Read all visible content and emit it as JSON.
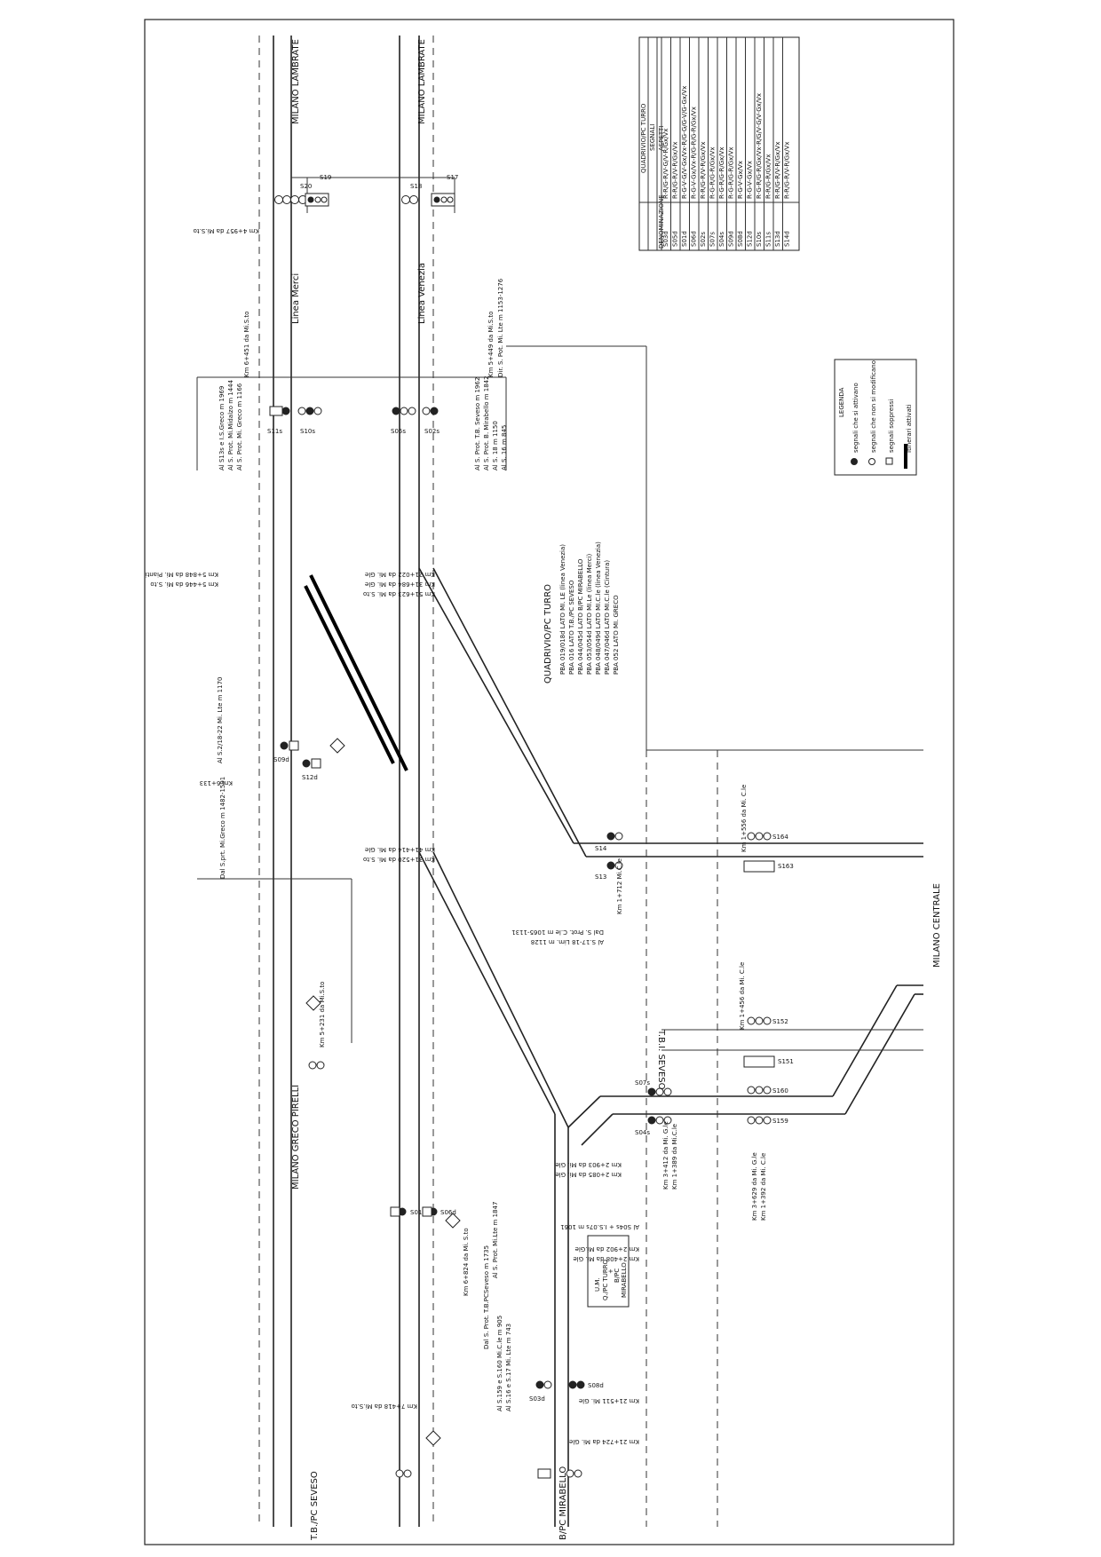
{
  "title_block": {
    "heading": "QUADRIVIO/PC TURRO",
    "subheading": "SEGNALI",
    "col_denominazione": "DENOMINAZIONE",
    "col_aspetti": "ASPETTI",
    "rows": [
      [
        "S03d",
        "R-R/G-R/V-G/V-R/Gx/Vx"
      ],
      [
        "S05d",
        "R-R/G-R/V-R/Gx/Vx"
      ],
      [
        "S01d",
        "R-G-V-G/V-Gx/Vx-R/G-G/G-V/G-Gx/Vx"
      ],
      [
        "S06d",
        "R-G-V-Gx/Vx-R/G-R/G-R/Gx/Vx"
      ],
      [
        "S02s",
        "R-R/G-R/V-R/Gx/Vx"
      ],
      [
        "S07s",
        "R-G-R/G-R/Gx/Vx"
      ],
      [
        "S04s",
        "R-G-R/G-R/Gx/Vx"
      ],
      [
        "S09d",
        "R-G-R/G-R/Gx/Vx"
      ],
      [
        "S08d",
        "R-G-V-Gx/Vx"
      ],
      [
        "S12d",
        "R-G-V-Gx/Vx"
      ],
      [
        "S10s",
        "R-G-R/G-R/Gx/Vx-R/G/V-G/V-Gx/Vx"
      ],
      [
        "S11s",
        "R-R/G-R/Gx/Vx"
      ],
      [
        "S13d",
        "R-R/G-R/V-R/Gx/Vx"
      ],
      [
        "S14d",
        "R-R/G-R/V-R/Gx/Vx"
      ]
    ]
  },
  "legend": {
    "title": "LEGENDA",
    "items": [
      "segnali che si attivano",
      "segnali che non si modificano",
      "segnali soppressi",
      "Itinerari attivati"
    ]
  },
  "stations": {
    "milano_lambrate_1": "MILANO LAMBRATE",
    "milano_lambrate_2": "MILANO LAMBRATE",
    "milano_greco_pirelli": "MILANO GRECO PIRELLI",
    "tb_pc_seveso": "T.B./PC SEVESO",
    "b_pc_mirabello": "B/PC MIRABELLO",
    "milano_centrale": "MILANO CENTRALE",
    "tbi_seveso": "T.B.I. SEVESO"
  },
  "lines": {
    "linea_merci": "Linea Merci",
    "linea_venezia": "Linea Venezia"
  },
  "pba_block": {
    "heading": "QUADRIVIO/PC TURRO",
    "rows": [
      "PBA 019/018d LATO MI. LE (linea Venezia)",
      "PBA 016 LATO T.B./PC SEVESO",
      "PBA 044/045d LATO B/PC MIRABELLO",
      "PBA 053/054d LATO MI.Le (linea Merci)",
      "PBA 048/049d LATO MI.C.le (linea Venezia)",
      "PBA 047/046d LATO MI.C.le (Cintura)",
      "PBA 052 LATO MI. GRECO"
    ]
  },
  "control_box": {
    "line1": "U.M.",
    "line2": "Q./PC TURRO",
    "line3": "+",
    "line4": "B/PC",
    "line5": "MIRABELLO"
  },
  "signals": {
    "s11s": "S11s",
    "s10s": "S10s",
    "s05s": "S05s",
    "s02s": "S02s",
    "s09d": "S09d",
    "s12d": "S12d",
    "s01d": "S01d",
    "s06d": "S06d",
    "s08d": "S08d",
    "s14": "S14",
    "s13": "S13",
    "s18": "S18",
    "s19": "S19",
    "s20": "S20",
    "s17": "S17",
    "s07s": "S07s",
    "s04s": "S04s",
    "s03d": "S03d",
    "s164": "S164",
    "s163": "S163",
    "s152": "S152",
    "s151": "S151",
    "s160": "S160",
    "s159": "S159"
  },
  "annotations": {
    "km_4957": "Km 4+957 da Mi.S.to",
    "km_6451": "Km 6+451 da Mi.S.to",
    "km_5449": "Km 5+449 da Mi.S.to",
    "km_s_pc": "Dir. S. Pot. Mi. Lte m 1153-1276",
    "ai_s13s": "Al S13s e I.S.Greco m 1969",
    "ai_prot_midalzo": "Al S. Prot. Mi.Midalzo m 1444",
    "ai_prot_greco": "Al S. Prot. Mi. Greco m 1166",
    "ai_prot_tb_seveso": "Al S. Prot. T.B. Seveso m 1962",
    "ai_prot_mirabello": "Al S. Prot. B. Mirabello m 1842",
    "ai_s_m_1150": "Al S. 18 m 1150",
    "ai_s_m_845": "Al S. 16 m 845",
    "km_5848_pianti": "Km 5+848 da Mi. Pianti",
    "km_5446_sto": "Km 5+446 da Mi. S.to",
    "km_21022": "Km 21+022 da Mi. Gle",
    "km_31684": "Km 31+684 da Mi. Gle",
    "km_51623": "Km 51+623 da Mi. S.to",
    "ai_s2_18": "Al S.2/18-22 Mi. Lte m 1170",
    "km_6133": "Km 6+133",
    "da_sprt_greco": "Dal S.prt. Mi.Greco m 1482-1591",
    "km_41414": "Km 41+414 da Mi. Gle",
    "km_31520": "Km 31+520 da Mi. S.to",
    "km_5231": "Km 5+231 da Mi.S.to",
    "km_1556": "Km 1+556 da Mi. C.le",
    "km_1712": "Km 1+712 Mi.C.le",
    "dal_s_prot_cle": "Dal S. Prot. C.le m 1065-1131",
    "ai_s17_18": "Al S.17-18 Lim. m 1128",
    "km_1456": "Km 1+456 da Mi. C.le",
    "km_2903": "Km 2+903 da Mi. Gle",
    "km_2085": "Km 2+085 da Mi. Gle",
    "km_3412": "Km 3+412 da Mi. G.le",
    "km_1389": "Km 1+389 da Mi.C.le",
    "ai_s04s": "Al S04s + I.S.07s m 1061",
    "km_2902": "Km 2+902 da Mi.Gle",
    "km_2408": "Km 2+408 da Mi. Gle",
    "km_3629": "Km 3+629 da Mi. G.le",
    "km_1392": "Km 1+392 da Mi. C.le",
    "km_6824": "Km 6+824 da Mi. S.to",
    "ai_s_prot_mi_lte": "Al S. Prot. Mi.Lte m 1847",
    "dal_s_prot_seveso": "Dal S. Prot. T.B.PCSeveso m 1735",
    "ai_s159": "Al S.159 e S.160 Mi.C.le m 905",
    "ai_s16": "Al S.16 e S.17 Mi. Lte m 743",
    "km_21724": "Km 21+724 da Mi. Gle",
    "km_7418": "Km 7+418 da Mi.S.to",
    "km_21511": "Km 21+511 Mi. Gle"
  }
}
